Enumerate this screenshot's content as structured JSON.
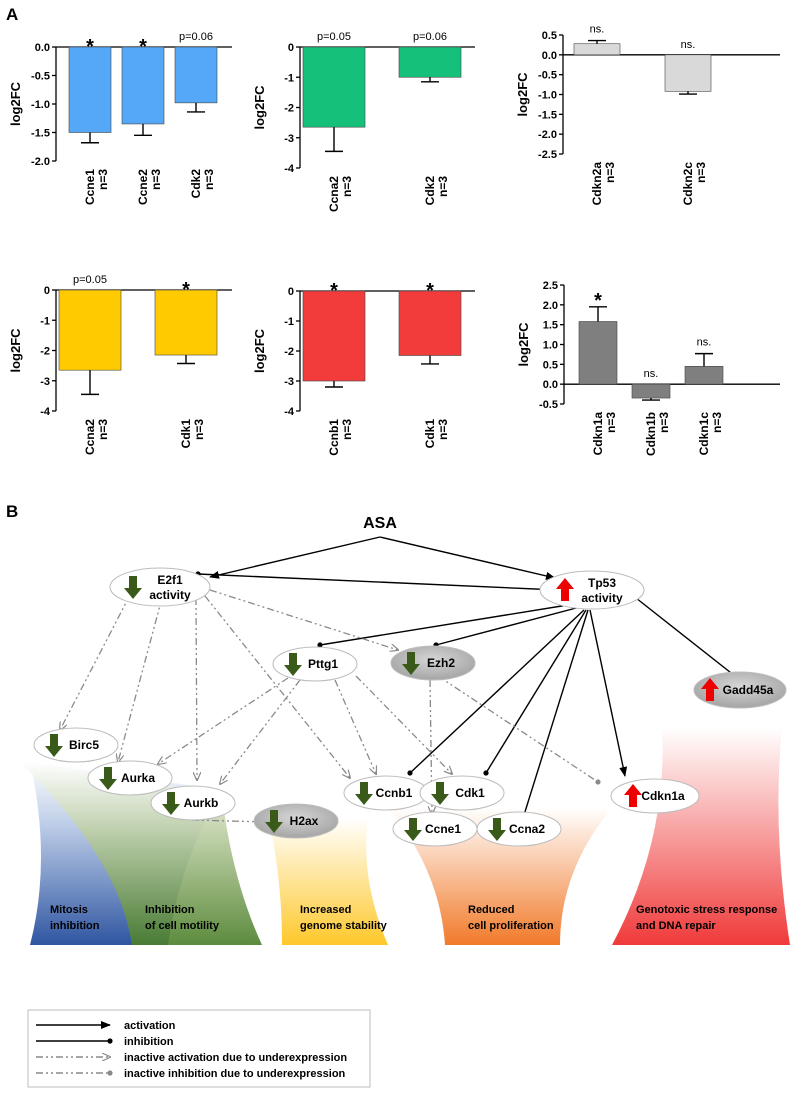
{
  "panel_a_label": "A",
  "panel_b_label": "B",
  "chart_data": [
    {
      "type": "bar",
      "ylabel": "log2FC",
      "ylim": [
        -2.0,
        0.0
      ],
      "yticks": [
        "0.0",
        "-0.5",
        "-1.0",
        "-1.5",
        "-2.0"
      ],
      "categories": [
        "Ccne1",
        "Ccne2",
        "Cdk2"
      ],
      "n_labels": [
        "n=3",
        "n=3",
        "n=3"
      ],
      "values": [
        -1.5,
        -1.35,
        -0.98
      ],
      "errors": [
        0.18,
        0.2,
        0.16
      ],
      "annotations": [
        "*",
        "*",
        "p=0.06"
      ],
      "color": "#55a8f8"
    },
    {
      "type": "bar",
      "ylabel": "log2FC",
      "ylim": [
        -4,
        0
      ],
      "yticks": [
        "0",
        "-1",
        "-2",
        "-3",
        "-4"
      ],
      "categories": [
        "Ccna2",
        "Cdk2"
      ],
      "n_labels": [
        "n=3",
        "n=3"
      ],
      "values": [
        -2.65,
        -1.0
      ],
      "errors": [
        0.8,
        0.15
      ],
      "annotations": [
        "p=0.05",
        "p=0.06"
      ],
      "color": "#15c07a"
    },
    {
      "type": "bar",
      "ylabel": "log2FC",
      "ylim": [
        -2.5,
        0.5
      ],
      "yticks": [
        "0.5",
        "0.0",
        "-0.5",
        "-1.0",
        "-1.5",
        "-2.0",
        "-2.5"
      ],
      "categories": [
        "Cdkn2a",
        "Cdkn2c"
      ],
      "n_labels": [
        "n=3",
        "n=3"
      ],
      "values": [
        0.28,
        -0.92
      ],
      "errors": [
        0.08,
        0.07
      ],
      "annotations": [
        "ns.",
        "ns."
      ],
      "color": "#d9d9d9"
    },
    {
      "type": "bar",
      "ylabel": "log2FC",
      "ylim": [
        -4,
        0
      ],
      "yticks": [
        "0",
        "-1",
        "-2",
        "-3",
        "-4"
      ],
      "categories": [
        "Ccna2",
        "Cdk1"
      ],
      "n_labels": [
        "n=3",
        "n=3"
      ],
      "values": [
        -2.65,
        -2.15
      ],
      "errors": [
        0.8,
        0.28
      ],
      "annotations": [
        "p=0.05",
        "*"
      ],
      "color": "#ffcb00"
    },
    {
      "type": "bar",
      "ylabel": "log2FC",
      "ylim": [
        -4,
        0
      ],
      "yticks": [
        "0",
        "-1",
        "-2",
        "-3",
        "-4"
      ],
      "categories": [
        "Ccnb1",
        "Cdk1"
      ],
      "n_labels": [
        "n=3",
        "n=3"
      ],
      "values": [
        -3.0,
        -2.15
      ],
      "errors": [
        0.2,
        0.28
      ],
      "annotations": [
        "*",
        "*"
      ],
      "color": "#f23c3c"
    },
    {
      "type": "bar",
      "ylabel": "log2FC",
      "ylim": [
        -0.5,
        2.5
      ],
      "yticks": [
        "2.5",
        "2.0",
        "1.5",
        "1.0",
        "0.5",
        "0.0",
        "-0.5"
      ],
      "categories": [
        "Cdkn1a",
        "Cdkn1b",
        "Cdkn1c"
      ],
      "n_labels": [
        "n=3",
        "n=3",
        "n=3"
      ],
      "values": [
        1.58,
        -0.35,
        0.45
      ],
      "errors": [
        0.37,
        0.05,
        0.32
      ],
      "annotations": [
        "*",
        "ns.",
        "ns."
      ],
      "color": "#7f7f7f"
    }
  ],
  "diagram": {
    "root": "ASA",
    "nodes": {
      "e2f1": [
        "E2f1",
        "activity"
      ],
      "tp53": [
        "Tp53",
        "activity"
      ],
      "pttg1": "Pttg1",
      "ezh2": "Ezh2",
      "gadd45a": "Gadd45a",
      "birc5": "Birc5",
      "aurka": "Aurka",
      "aurkb": "Aurkb",
      "h2ax": "H2ax",
      "ccnb1": "Ccnb1",
      "cdk1": "Cdk1",
      "cdkn1a": "Cdkn1a",
      "ccne1": "Ccne1",
      "ccna2": "Ccna2"
    },
    "outcomes": {
      "mitosis": [
        "Mitosis",
        "inhibition"
      ],
      "motility": [
        "Inhibition",
        "of cell motility"
      ],
      "genome": [
        "Increased",
        "genome stability"
      ],
      "prolif": [
        "Reduced",
        "cell proliferation"
      ],
      "stress": [
        "Genotoxic stress response",
        "and DNA repair"
      ]
    },
    "colors": {
      "down_arrow": "#3a5a1a",
      "up_arrow": "#ee0000",
      "node_gray": "#b4b4b4"
    }
  },
  "legend": [
    "activation",
    "inhibition",
    "inactive activation due to underexpression",
    "inactive inhibition due to underexpression"
  ]
}
